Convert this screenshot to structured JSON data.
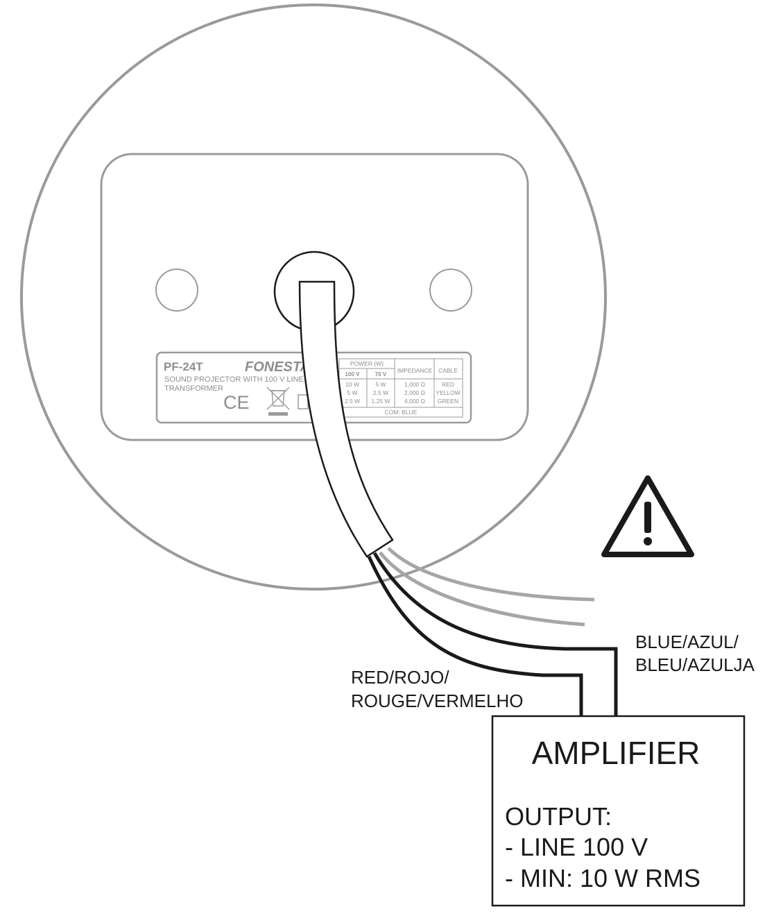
{
  "plate": {
    "model": "PF-24T",
    "brand": "FONESTAR",
    "description_line1": "SOUND PROJECTOR WITH 100 V LINE",
    "description_line2": "TRANSFORMER",
    "ce_mark": "CE",
    "table": {
      "power_header": "POWER (W)",
      "impedance_header": "IMPEDANCE",
      "cable_header": "CABLE",
      "col_100v": "100 V",
      "col_70v": "70 V",
      "rows": [
        {
          "p100": "10 W",
          "p70": "5 W",
          "impedance": "1,000 Ω",
          "cable": "RED"
        },
        {
          "p100": "5 W",
          "p70": "2.5 W",
          "impedance": "2,000 Ω",
          "cable": "YELLOW"
        },
        {
          "p100": "2.5 W",
          "p70": "1.25 W",
          "impedance": "4,000 Ω",
          "cable": "GREEN"
        }
      ],
      "common": "COM: BLUE"
    }
  },
  "labels": {
    "red_line1": "RED/ROJO/",
    "red_line2": "ROUGE/VERMELHO",
    "blue_line1": "BLUE/AZUL/",
    "blue_line2": "BLEU/AZULJA"
  },
  "amplifier": {
    "title": "AMPLIFIER",
    "output_label": "OUTPUT:",
    "line1": "- LINE 100 V",
    "line2": "- MIN: 10 W RMS"
  },
  "icons": {
    "warning": "warning-triangle-icon",
    "weee": "crossed-bin-icon"
  },
  "colors": {
    "outline_gray": "#9a9a9a",
    "wire_black": "#1a1a1a",
    "wire_gray": "#a6a6a6"
  }
}
